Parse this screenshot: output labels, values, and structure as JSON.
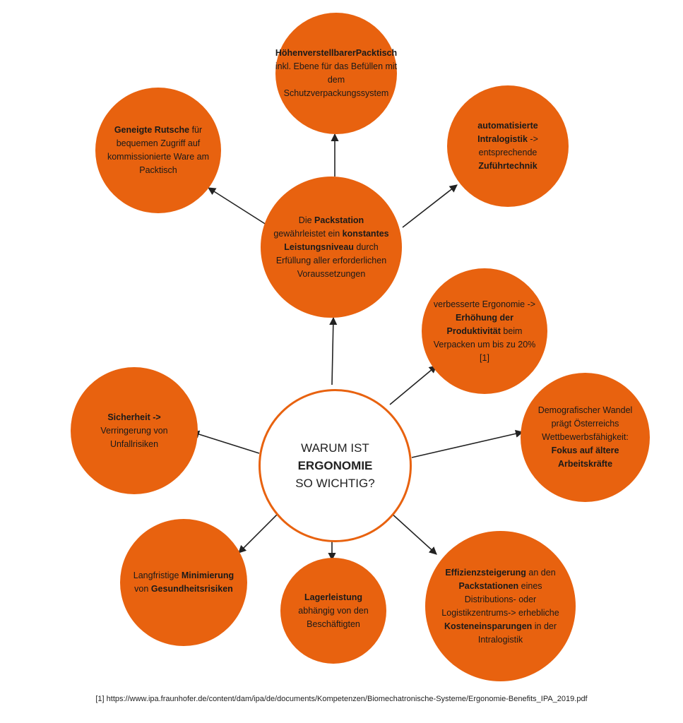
{
  "center": {
    "line1": "WARUM IST",
    "line2": "ERGONOMIE",
    "line3": "SO WICHTIG?"
  },
  "nodes": {
    "hoehenverstellbar": [
      {
        "t": "Höhenverstellbarer",
        "b": true
      },
      {
        "t": "Packtisch",
        "b": true
      },
      {
        "t": " inkl. Ebene für das Befüllen mit dem Schutzverpackungssystem",
        "b": false
      }
    ],
    "rutsche": [
      {
        "t": "Geneigte Rutsche",
        "b": true
      },
      {
        "t": " für bequemen Zugriff auf kommissionierte Ware am Packtisch",
        "b": false
      }
    ],
    "intralogistik": [
      {
        "t": "automatisierte Intralogistik",
        "b": true
      },
      {
        "t": " -> entsprechende ",
        "b": false
      },
      {
        "t": "Zuführtechnik",
        "b": true
      }
    ],
    "packstation": [
      {
        "t": "Die ",
        "b": false
      },
      {
        "t": "Packstation",
        "b": true
      },
      {
        "t": " gewährleistet ein ",
        "b": false
      },
      {
        "t": "konstantes Leistungsniveau",
        "b": true
      },
      {
        "t": " durch Erfüllung aller erforderlichen Voraussetzungen",
        "b": false
      }
    ],
    "produktivitaet": [
      {
        "t": "verbesserte Ergonomie -> ",
        "b": false
      },
      {
        "t": "Erhöhung der Produktivität",
        "b": true
      },
      {
        "t": " beim Verpacken um bis zu 20% [1]",
        "b": false
      }
    ],
    "demografie": [
      {
        "t": "Demografischer Wandel prägt Österreichs Wettbewerbsfähigkeit: ",
        "b": false
      },
      {
        "t": "Fokus auf ältere Arbeitskräfte",
        "b": true
      }
    ],
    "sicherheit": [
      {
        "t": "Sicherheit ->",
        "b": true
      },
      {
        "t": " Verringerung von Unfallrisiken",
        "b": false
      }
    ],
    "gesundheit": [
      {
        "t": "Langfristige ",
        "b": false
      },
      {
        "t": "Minimierung",
        "b": true
      },
      {
        "t": " von ",
        "b": false
      },
      {
        "t": "Gesundheitsrisiken",
        "b": true
      }
    ],
    "lagerleistung": [
      {
        "t": "Lagerleistung",
        "b": true
      },
      {
        "t": " abhängig von den Beschäftigten",
        "b": false
      }
    ],
    "effizienz": [
      {
        "t": "Effizienzsteigerung",
        "b": true
      },
      {
        "t": " an den ",
        "b": false
      },
      {
        "t": "Packstationen",
        "b": true
      },
      {
        "t": " eines Distributions- oder Logistikzentrums-> erhebliche ",
        "b": false
      },
      {
        "t": "Kosteneinsparungen",
        "b": true
      },
      {
        "t": " in der Intralogistik",
        "b": false
      }
    ]
  },
  "footnote": "[1] https://www.ipa.fraunhofer.de/content/dam/ipa/de/documents/Kompetenzen/Biomechatronische-Systeme/Ergonomie-Benefits_IPA_2019.pdf",
  "colors": {
    "node_fill": "#e8620f",
    "center_fill": "#ffffff",
    "arrow": "#222222",
    "text": "#1a1a1a"
  }
}
